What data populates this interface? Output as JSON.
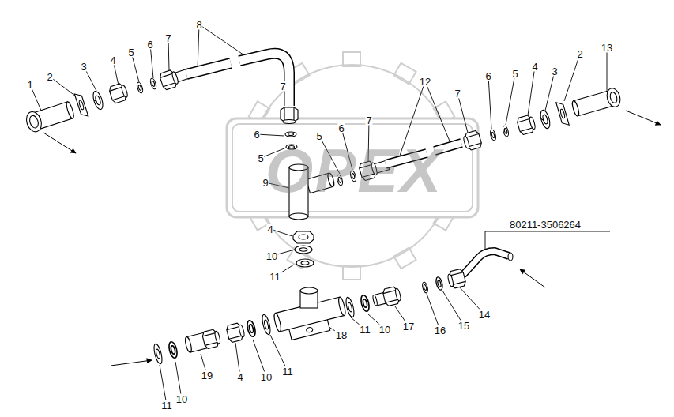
{
  "diagram": {
    "labels": [
      "1",
      "2",
      "3",
      "4",
      "5",
      "6",
      "7",
      "8",
      "7",
      "6",
      "5",
      "9",
      "6",
      "5",
      "7",
      "12",
      "7",
      "6",
      "5",
      "4",
      "3",
      "2",
      "13",
      "4",
      "10",
      "11",
      "80211-3506264",
      "14",
      "15",
      "16",
      "17",
      "10",
      "11",
      "18",
      "11",
      "10",
      "4",
      "19",
      "10",
      "11",
      "OPEX"
    ]
  }
}
